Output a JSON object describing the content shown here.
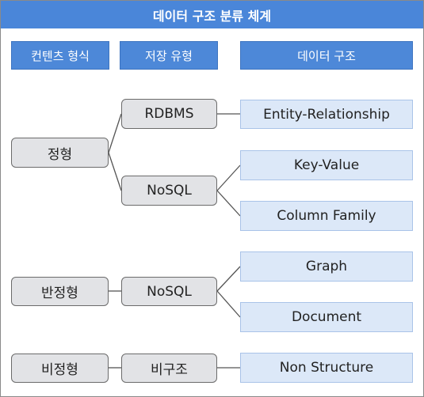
{
  "title": "데이터 구조 분류 체계",
  "headers": {
    "content_type": "컨텐츠 형식",
    "storage_type": "저장 유형",
    "data_structure": "데이터 구조"
  },
  "content_types": {
    "structured": "정형",
    "semi_structured": "반정형",
    "unstructured": "비정형"
  },
  "storage_types": {
    "rdbms": "RDBMS",
    "nosql_1": "NoSQL",
    "nosql_2": "NoSQL",
    "non_structured": "비구조"
  },
  "data_structures": {
    "entity_relationship": "Entity-Relationship",
    "key_value": "Key-Value",
    "column_family": "Column Family",
    "graph": "Graph",
    "document": "Document",
    "non_structure": "Non Structure"
  }
}
